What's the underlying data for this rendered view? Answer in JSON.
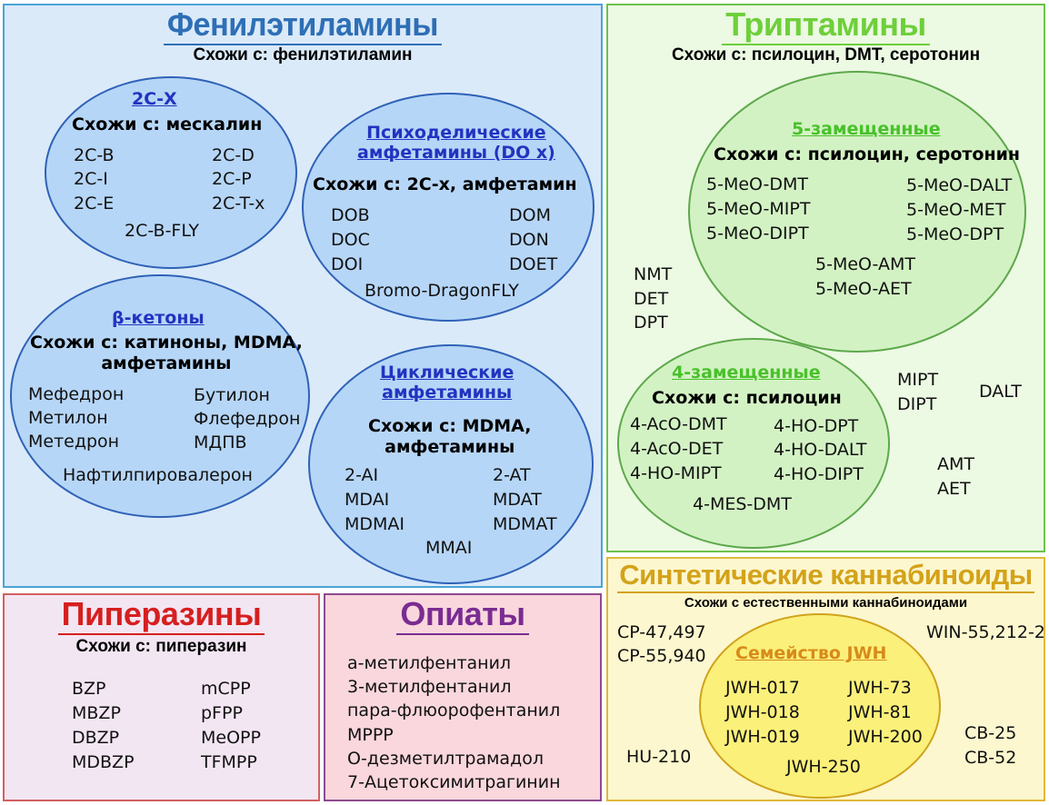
{
  "phenethylamines": {
    "title": "Фенилэтиламины",
    "subtitle": "Схожи с: фенилэтиламин",
    "c2x": {
      "title": "2С-Х",
      "subtitle": "Схожи с: мескалин",
      "items": [
        "2C-B",
        "2C-D",
        "2C-I",
        "2C-P",
        "2C-E",
        "2C-T-x",
        "2C-B-FLY"
      ]
    },
    "do": {
      "title_l1": "Психоделические",
      "title_l2": "амфетамины (DO x)",
      "subtitle": "Схожи с: 2С-х, амфетамин",
      "items": [
        "DOB",
        "DOM",
        "DOC",
        "DON",
        "DOI",
        "DOET",
        "Bromo-DragonFLY"
      ]
    },
    "bk": {
      "title": "β-кетоны",
      "subtitle_l1": "Схожи с: катиноны, MDMA,",
      "subtitle_l2": "амфетамины",
      "items": [
        "Мефедрон",
        "Бутилон",
        "Метилон",
        "Флефедрон",
        "Метедрон",
        "МДПВ",
        "Нафтилпировалерон"
      ]
    },
    "cyc": {
      "title_l1": "Циклические",
      "title_l2": "амфетамины",
      "subtitle_l1": "Схожи с: MDMA,",
      "subtitle_l2": "амфетамины",
      "items": [
        "2-AI",
        "2-AT",
        "MDAI",
        "MDAT",
        "MDMAI",
        "MDMAT",
        "MMAI"
      ]
    }
  },
  "tryptamines": {
    "title": "Триптамины",
    "subtitle": "Схожи с: псилоцин, DMT, серотонин",
    "five": {
      "title": "5-замещенные",
      "subtitle": "Схожи с: псилоцин, серотонин",
      "items": [
        "5-MeO-DMT",
        "5-MeO-DALT",
        "5-MeO-MIPT",
        "5-MeO-MET",
        "5-MeO-DIPT",
        "5-MeO-DPT",
        "5-MeO-AMT",
        "5-MeO-AET"
      ]
    },
    "four": {
      "title": "4-замещенные",
      "subtitle": "Схожи с: псилоцин",
      "items": [
        "4-AcO-DMT",
        "4-HO-DPT",
        "4-AcO-DET",
        "4-HO-DALT",
        "4-HO-MIPT",
        "4-HO-DIPT",
        "4-MES-DMT"
      ]
    },
    "loose": [
      "NMT",
      "DET",
      "DPT",
      "MIPT",
      "DIPT",
      "DALT",
      "AMT",
      "AET"
    ]
  },
  "piperazines": {
    "title": "Пиперазины",
    "subtitle": "Схожи с: пиперазин",
    "items": [
      "BZP",
      "mCPP",
      "MBZP",
      "pFPP",
      "DBZP",
      "MeOPP",
      "MDBZP",
      "TFMPP"
    ]
  },
  "opiates": {
    "title": "Опиаты",
    "items": [
      "а-метилфентанил",
      "3-метилфентанил",
      "пара-флюорофентанил",
      "MPPP",
      "О-дезметилтрамадол",
      "7-Ацетоксимитрагинин"
    ]
  },
  "cannabinoids": {
    "title": "Синтетические каннабиноиды",
    "subtitle": "Схожи с естественными каннабиноидами",
    "jwh": {
      "title": "Семейство JWH",
      "items": [
        "JWH-017",
        "JWH-73",
        "JWH-018",
        "JWH-81",
        "JWH-019",
        "JWH-200",
        "JWH-250"
      ]
    },
    "loose": [
      "CP-47,497",
      "CP-55,940",
      "WIN-55,212-2",
      "HU-210",
      "CB-25",
      "CB-52"
    ]
  },
  "colors": {
    "phen_bg": "#dbeaf9",
    "phen_border": "#4aa3d6",
    "phen_title": "#2e6fb5",
    "tryp_bg": "#ecf9e3",
    "tryp_border": "#6cc24a",
    "tryp_title": "#6fcf3b",
    "pip_bg": "#f3e6f3",
    "pip_border": "#d46060",
    "pip_title": "#d61f1f",
    "op_bg": "#f9d7dd",
    "op_border": "#8e4a8e",
    "op_title": "#7a2c92",
    "can_bg": "#fdf7cf",
    "can_border": "#e0b93a",
    "can_title": "#d4a21a",
    "ell_blue": "#b6d6f7",
    "ell_blue_border": "#2f62b7",
    "ell_green": "#d3f2c4",
    "ell_green_border": "#5da84b",
    "ell_yellow": "#fbf07a",
    "ell_yellow_border": "#d0a21c"
  }
}
